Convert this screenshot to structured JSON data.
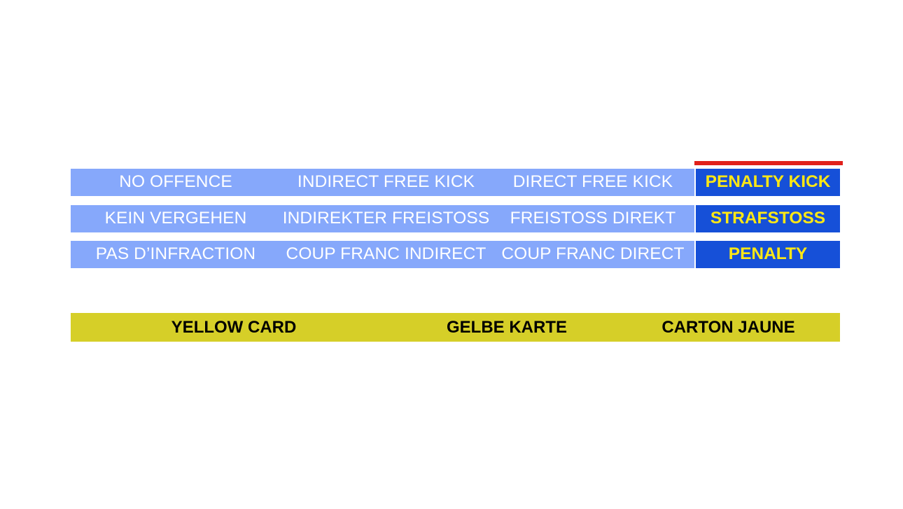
{
  "slide": {
    "background_color": "#FFFFFF",
    "colors": {
      "light_blue_band": "#86A8FB",
      "dark_blue_band": "#1650D8",
      "red_rule": "#E0201B",
      "yellow_band": "#D6CF28",
      "white_text": "#FFFFFF",
      "yellow_text": "#FFE814",
      "black_text": "#000000"
    }
  },
  "decision_table": {
    "columns": [
      "no-offence",
      "indirect-free-kick",
      "direct-free-kick",
      "penalty-kick"
    ],
    "rows": [
      {
        "language": "english",
        "cells": [
          "NO OFFENCE",
          "INDIRECT FREE KICK",
          "DIRECT FREE KICK"
        ],
        "highlight_cell": "PENALTY KICK"
      },
      {
        "language": "german",
        "cells": [
          "KEIN VERGEHEN",
          "INDIREKTER FREISTOSS",
          "FREISTOSS DIREKT"
        ],
        "highlight_cell": "STRAFSTOSS"
      },
      {
        "language": "french",
        "cells": [
          "PAS D’INFRACTION",
          "COUP FRANC INDIRECT",
          "COUP FRANC DIRECT"
        ],
        "highlight_cell": "PENALTY"
      }
    ]
  },
  "card_band": {
    "cells": [
      "YELLOW CARD",
      "GELBE KARTE",
      "CARTON JAUNE"
    ]
  }
}
